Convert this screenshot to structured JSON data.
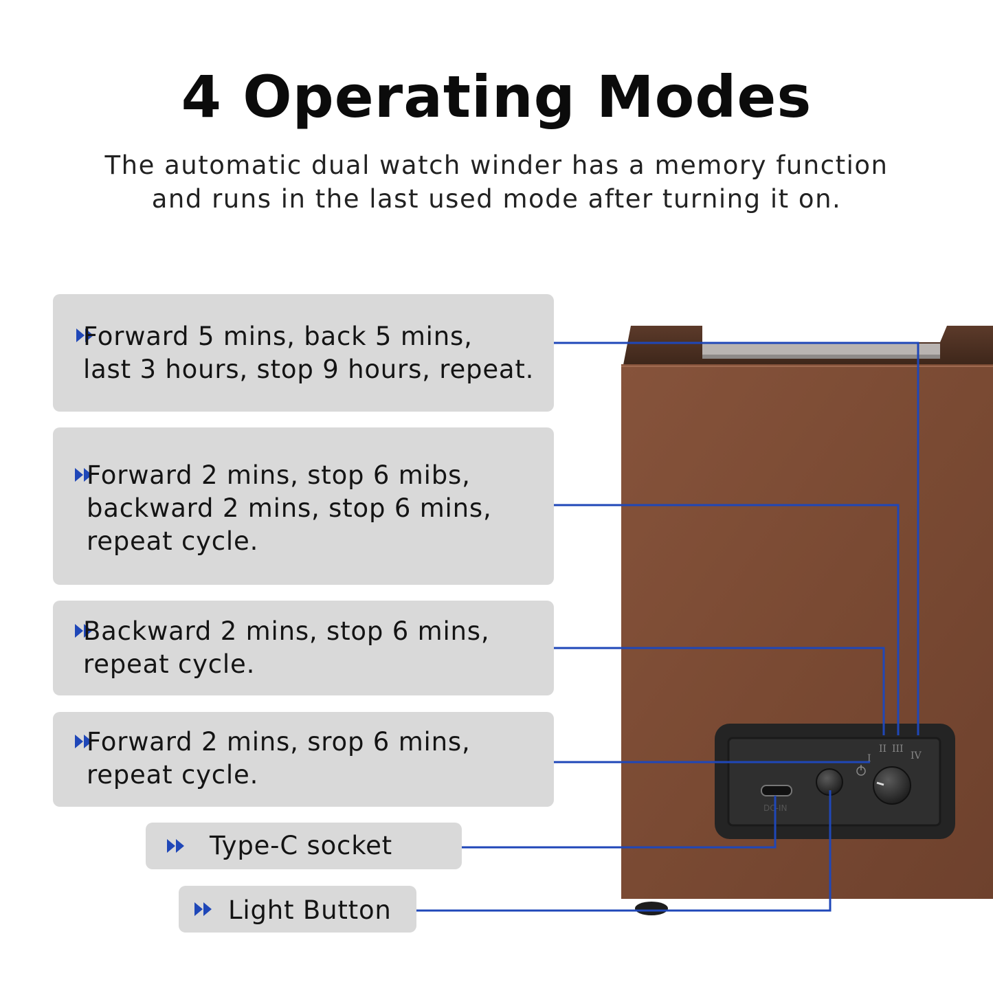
{
  "title": "4 Operating Modes",
  "subtitle": "The automatic dual watch winder has a memory function and runs in the last used mode after turning it on.",
  "modes": [
    {
      "text": "Forward 5 mins, back 5 mins,\nlast 3 hours, stop 9 hours, repeat.",
      "dial_mark": "IV"
    },
    {
      "text": "Forward 2 mins, stop 6 mibs,\nbackward 2 mins, stop 6 mins,\nrepeat cycle.",
      "dial_mark": "III"
    },
    {
      "text": "Backward 2 mins, stop 6 mins,\nrepeat cycle.",
      "dial_mark": "II"
    },
    {
      "text": "Forward 2 mins, srop 6 mins,\nrepeat cycle.",
      "dial_mark": "I"
    }
  ],
  "features": [
    {
      "text": "Type-C socket"
    },
    {
      "text": "Light Button"
    }
  ],
  "panel": {
    "port_label": "DC-IN",
    "dial_labels": [
      "I",
      "II",
      "III",
      "IV"
    ]
  },
  "colors": {
    "accent": "#1f47b8",
    "box_bg": "#d9d9d9",
    "leather": "#7a4a34",
    "panel": "#2b2b2b"
  },
  "icons": {
    "bullet": "double-chevron-right-icon"
  }
}
